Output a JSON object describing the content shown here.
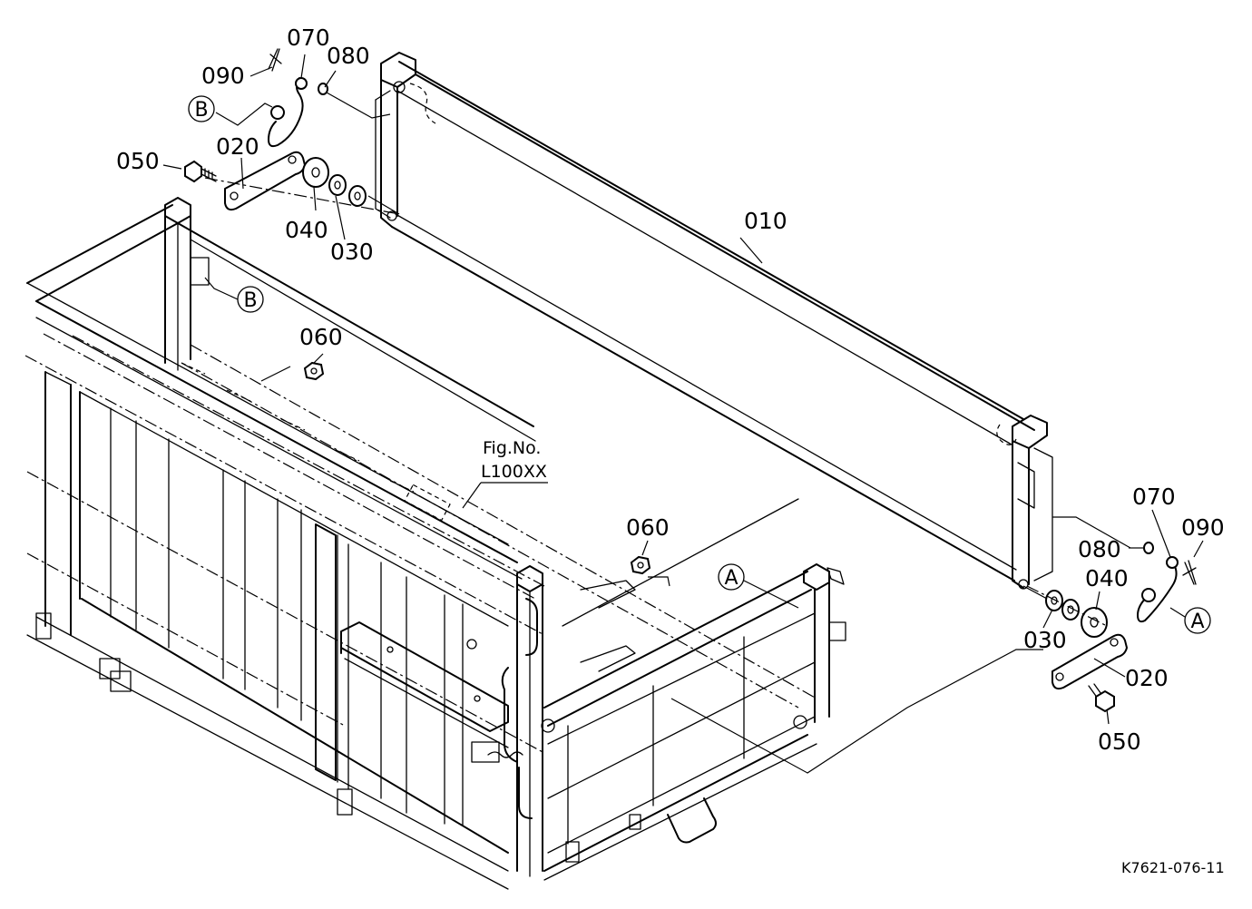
{
  "labels": {
    "p010": "010",
    "p020": "020",
    "p030": "030",
    "p040": "040",
    "p050": "050",
    "p060": "060",
    "p070": "070",
    "p080": "080",
    "p090": "090"
  },
  "refs": {
    "a": "A",
    "b": "B"
  },
  "figure_ref": {
    "line1": "Fig.No.",
    "line2": "L100XX"
  },
  "drawing_code": "K7621-076-11"
}
